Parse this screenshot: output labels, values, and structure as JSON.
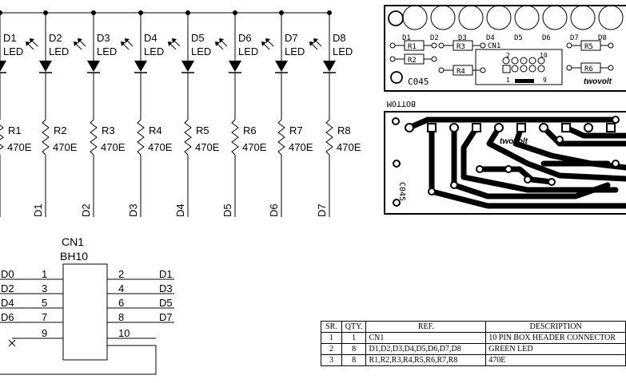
{
  "schematic": {
    "leds": [
      {
        "ref": "D1",
        "value": "LED"
      },
      {
        "ref": "D2",
        "value": "LED"
      },
      {
        "ref": "D3",
        "value": "LED"
      },
      {
        "ref": "D4",
        "value": "LED"
      },
      {
        "ref": "D5",
        "value": "LED"
      },
      {
        "ref": "D6",
        "value": "LED"
      },
      {
        "ref": "D7",
        "value": "LED"
      },
      {
        "ref": "D8",
        "value": "LED"
      }
    ],
    "resistors": [
      {
        "ref": "R1",
        "value": "470E"
      },
      {
        "ref": "R2",
        "value": "470E"
      },
      {
        "ref": "R3",
        "value": "470E"
      },
      {
        "ref": "R4",
        "value": "470E"
      },
      {
        "ref": "R5",
        "value": "470E"
      },
      {
        "ref": "R6",
        "value": "470E"
      },
      {
        "ref": "R7",
        "value": "470E"
      },
      {
        "ref": "R8",
        "value": "470E"
      }
    ],
    "net_labels": [
      "D1",
      "D2",
      "D3",
      "D4",
      "D5",
      "D6",
      "D7"
    ],
    "connector": {
      "ref": "CN1",
      "type": "BH10",
      "left_pins": [
        {
          "net": "D0",
          "pin": "1"
        },
        {
          "net": "D2",
          "pin": "3"
        },
        {
          "net": "D4",
          "pin": "5"
        },
        {
          "net": "D6",
          "pin": "7"
        },
        {
          "net": "",
          "pin": "9"
        }
      ],
      "right_pins": [
        {
          "net": "D1",
          "pin": "2"
        },
        {
          "net": "D3",
          "pin": "4"
        },
        {
          "net": "D5",
          "pin": "6"
        },
        {
          "net": "D7",
          "pin": "8"
        },
        {
          "net": "",
          "pin": "10"
        }
      ]
    }
  },
  "pcb_top": {
    "led_labels": [
      "D1",
      "D2",
      "D3",
      "D4",
      "D5",
      "D6",
      "D7",
      "D8"
    ],
    "resistor_labels": [
      "R1",
      "R2",
      "R3",
      "R4",
      "R5",
      "R6"
    ],
    "connector_label": "CN1",
    "header_pins": [
      "2",
      "10",
      "1",
      "9"
    ],
    "code": "C045",
    "brand": "twovolt"
  },
  "pcb_bottom": {
    "title": "BOTTOM",
    "brand": "twovolt",
    "code": "C045"
  },
  "bom": {
    "headers": [
      "SR.",
      "QTY.",
      "REF.",
      "DESCRIPTION"
    ],
    "rows": [
      [
        "1",
        "1",
        "CN1",
        "10 PIN BOX HEADER CONNECTOR"
      ],
      [
        "2",
        "8",
        "D1,D2,D3,D4,D5,D6,D7,D8",
        "GREEN LED"
      ],
      [
        "3",
        "8",
        "R1,R2,R3,R4,R5,R6,R7,R8",
        "470E"
      ]
    ]
  }
}
